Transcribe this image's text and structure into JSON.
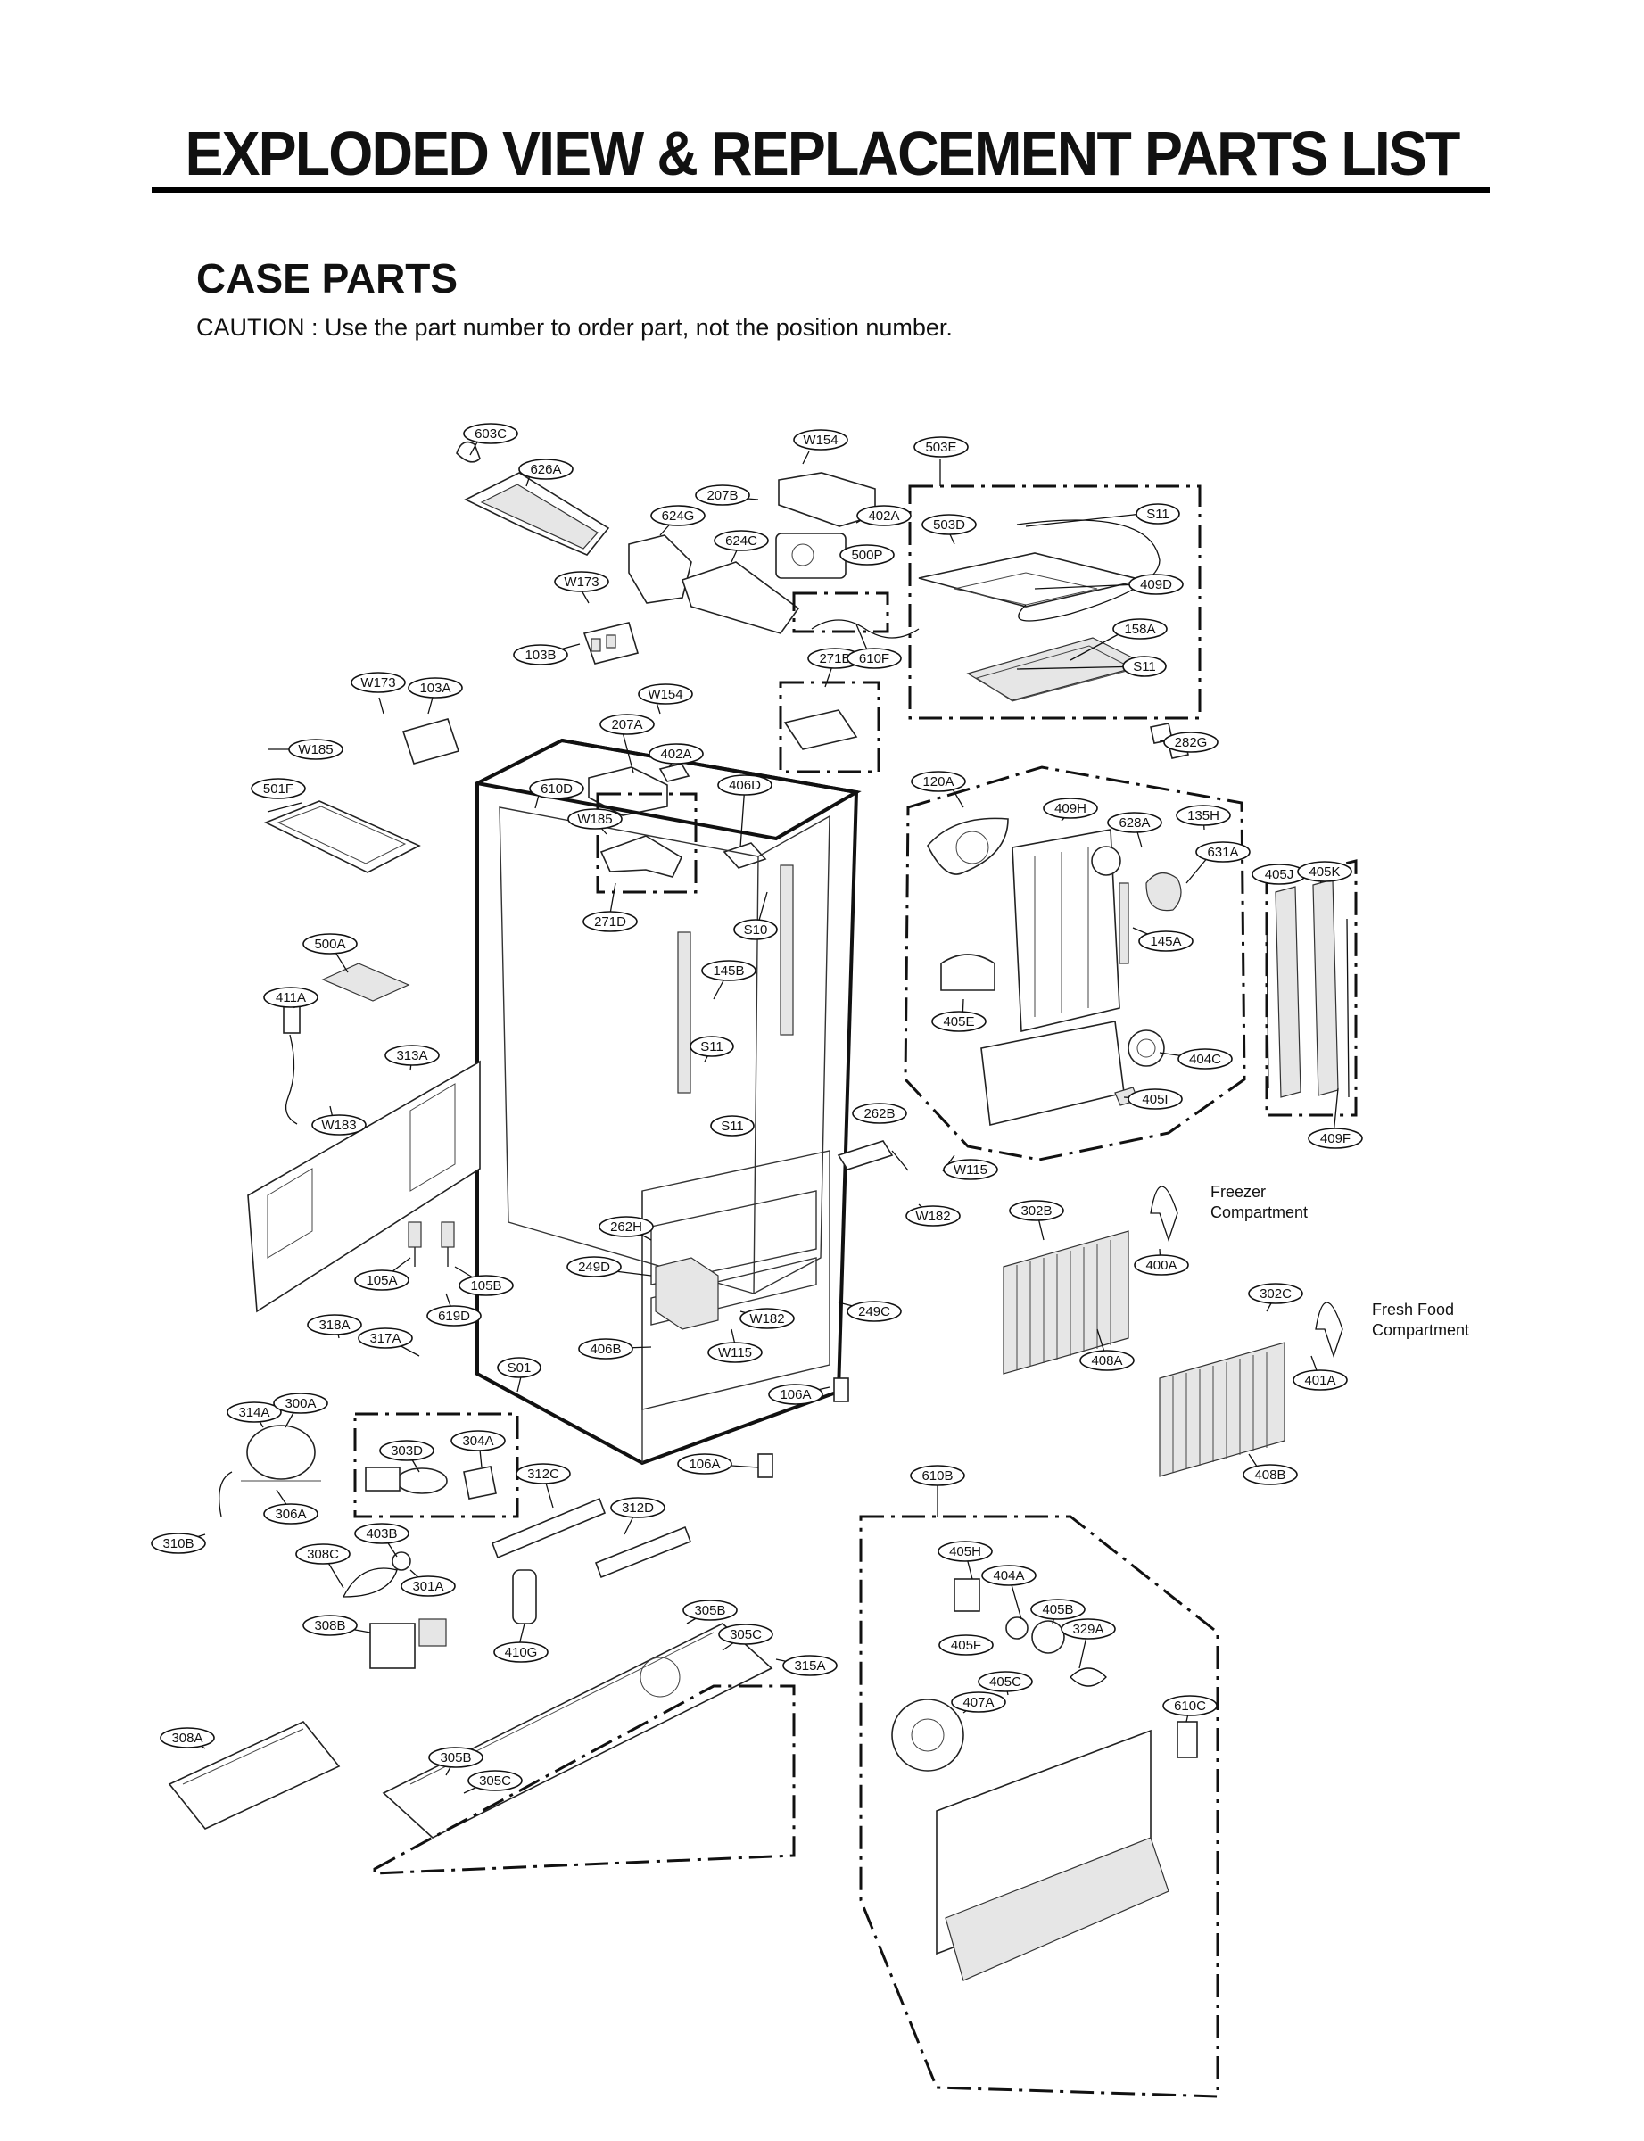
{
  "header": {
    "title": "EXPLODED VIEW & REPLACEMENT PARTS LIST",
    "section": "CASE PARTS",
    "caution": "CAUTION : Use the part number to order part, not the position number."
  },
  "captions": {
    "freezer": [
      "Freezer",
      "Compartment"
    ],
    "fresh_food": [
      "Fresh Food",
      "Compartment"
    ]
  },
  "callouts": [
    "603C",
    "626A",
    "W154",
    "207B",
    "402A",
    "624G",
    "624C",
    "500P",
    "W173",
    "103B",
    "503E",
    "503D",
    "S11",
    "409D",
    "158A",
    "S11",
    "271B",
    "610F",
    "W173",
    "103A",
    "W154",
    "207A",
    "402A",
    "W185",
    "501F",
    "610D",
    "406D",
    "W185",
    "271D",
    "S10",
    "282G",
    "120A",
    "409H",
    "628A",
    "135H",
    "631A",
    "405J",
    "405K",
    "145A",
    "405E",
    "404C",
    "405I",
    "409F",
    "500A",
    "411A",
    "313A",
    "W183",
    "145B",
    "S11",
    "S11",
    "262B",
    "W115",
    "W182",
    "302B",
    "400A",
    "262H",
    "249D",
    "W182",
    "249C",
    "W115",
    "406B",
    "105A",
    "105B",
    "318A",
    "619D",
    "317A",
    "S01",
    "302C",
    "401A",
    "408A",
    "408B",
    "106A",
    "314A",
    "300A",
    "303D",
    "304A",
    "106A",
    "312C",
    "312D",
    "610B",
    "306A",
    "310B",
    "403B",
    "308C",
    "301A",
    "308B",
    "405H",
    "404A",
    "405B",
    "329A",
    "405F",
    "405C",
    "410G",
    "305B",
    "305C",
    "315A",
    "407A",
    "610C",
    "308A",
    "305B",
    "305C"
  ]
}
